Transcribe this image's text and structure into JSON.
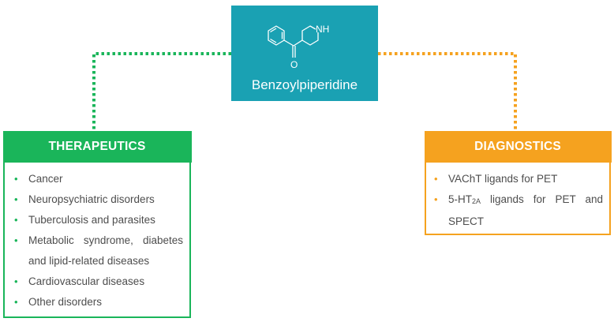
{
  "colors": {
    "center": "#1aa1b3",
    "therapeutics": "#1ab55a",
    "diagnostics": "#f5a21f",
    "text": "#4d4d4d"
  },
  "center": {
    "molecule_label": "NH",
    "carbonyl_label": "O",
    "title": "Benzoylpiperidine"
  },
  "therapeutics": {
    "title": "THERAPEUTICS",
    "bullet": "•",
    "items": [
      "Cancer",
      "Neuropsychiatric disorders",
      "Tuberculosis and parasites",
      "Metabolic syndrome, diabetes and lipid-related diseases",
      "Cardiovascular diseases",
      "Other disorders"
    ]
  },
  "diagnostics": {
    "title": "DIAGNOSTICS",
    "bullet": "•",
    "item1": "VAChT ligands for PET",
    "item2": {
      "prefix": "5-HT",
      "subscript": "2A",
      "suffix": " ligands for PET and SPECT"
    }
  }
}
